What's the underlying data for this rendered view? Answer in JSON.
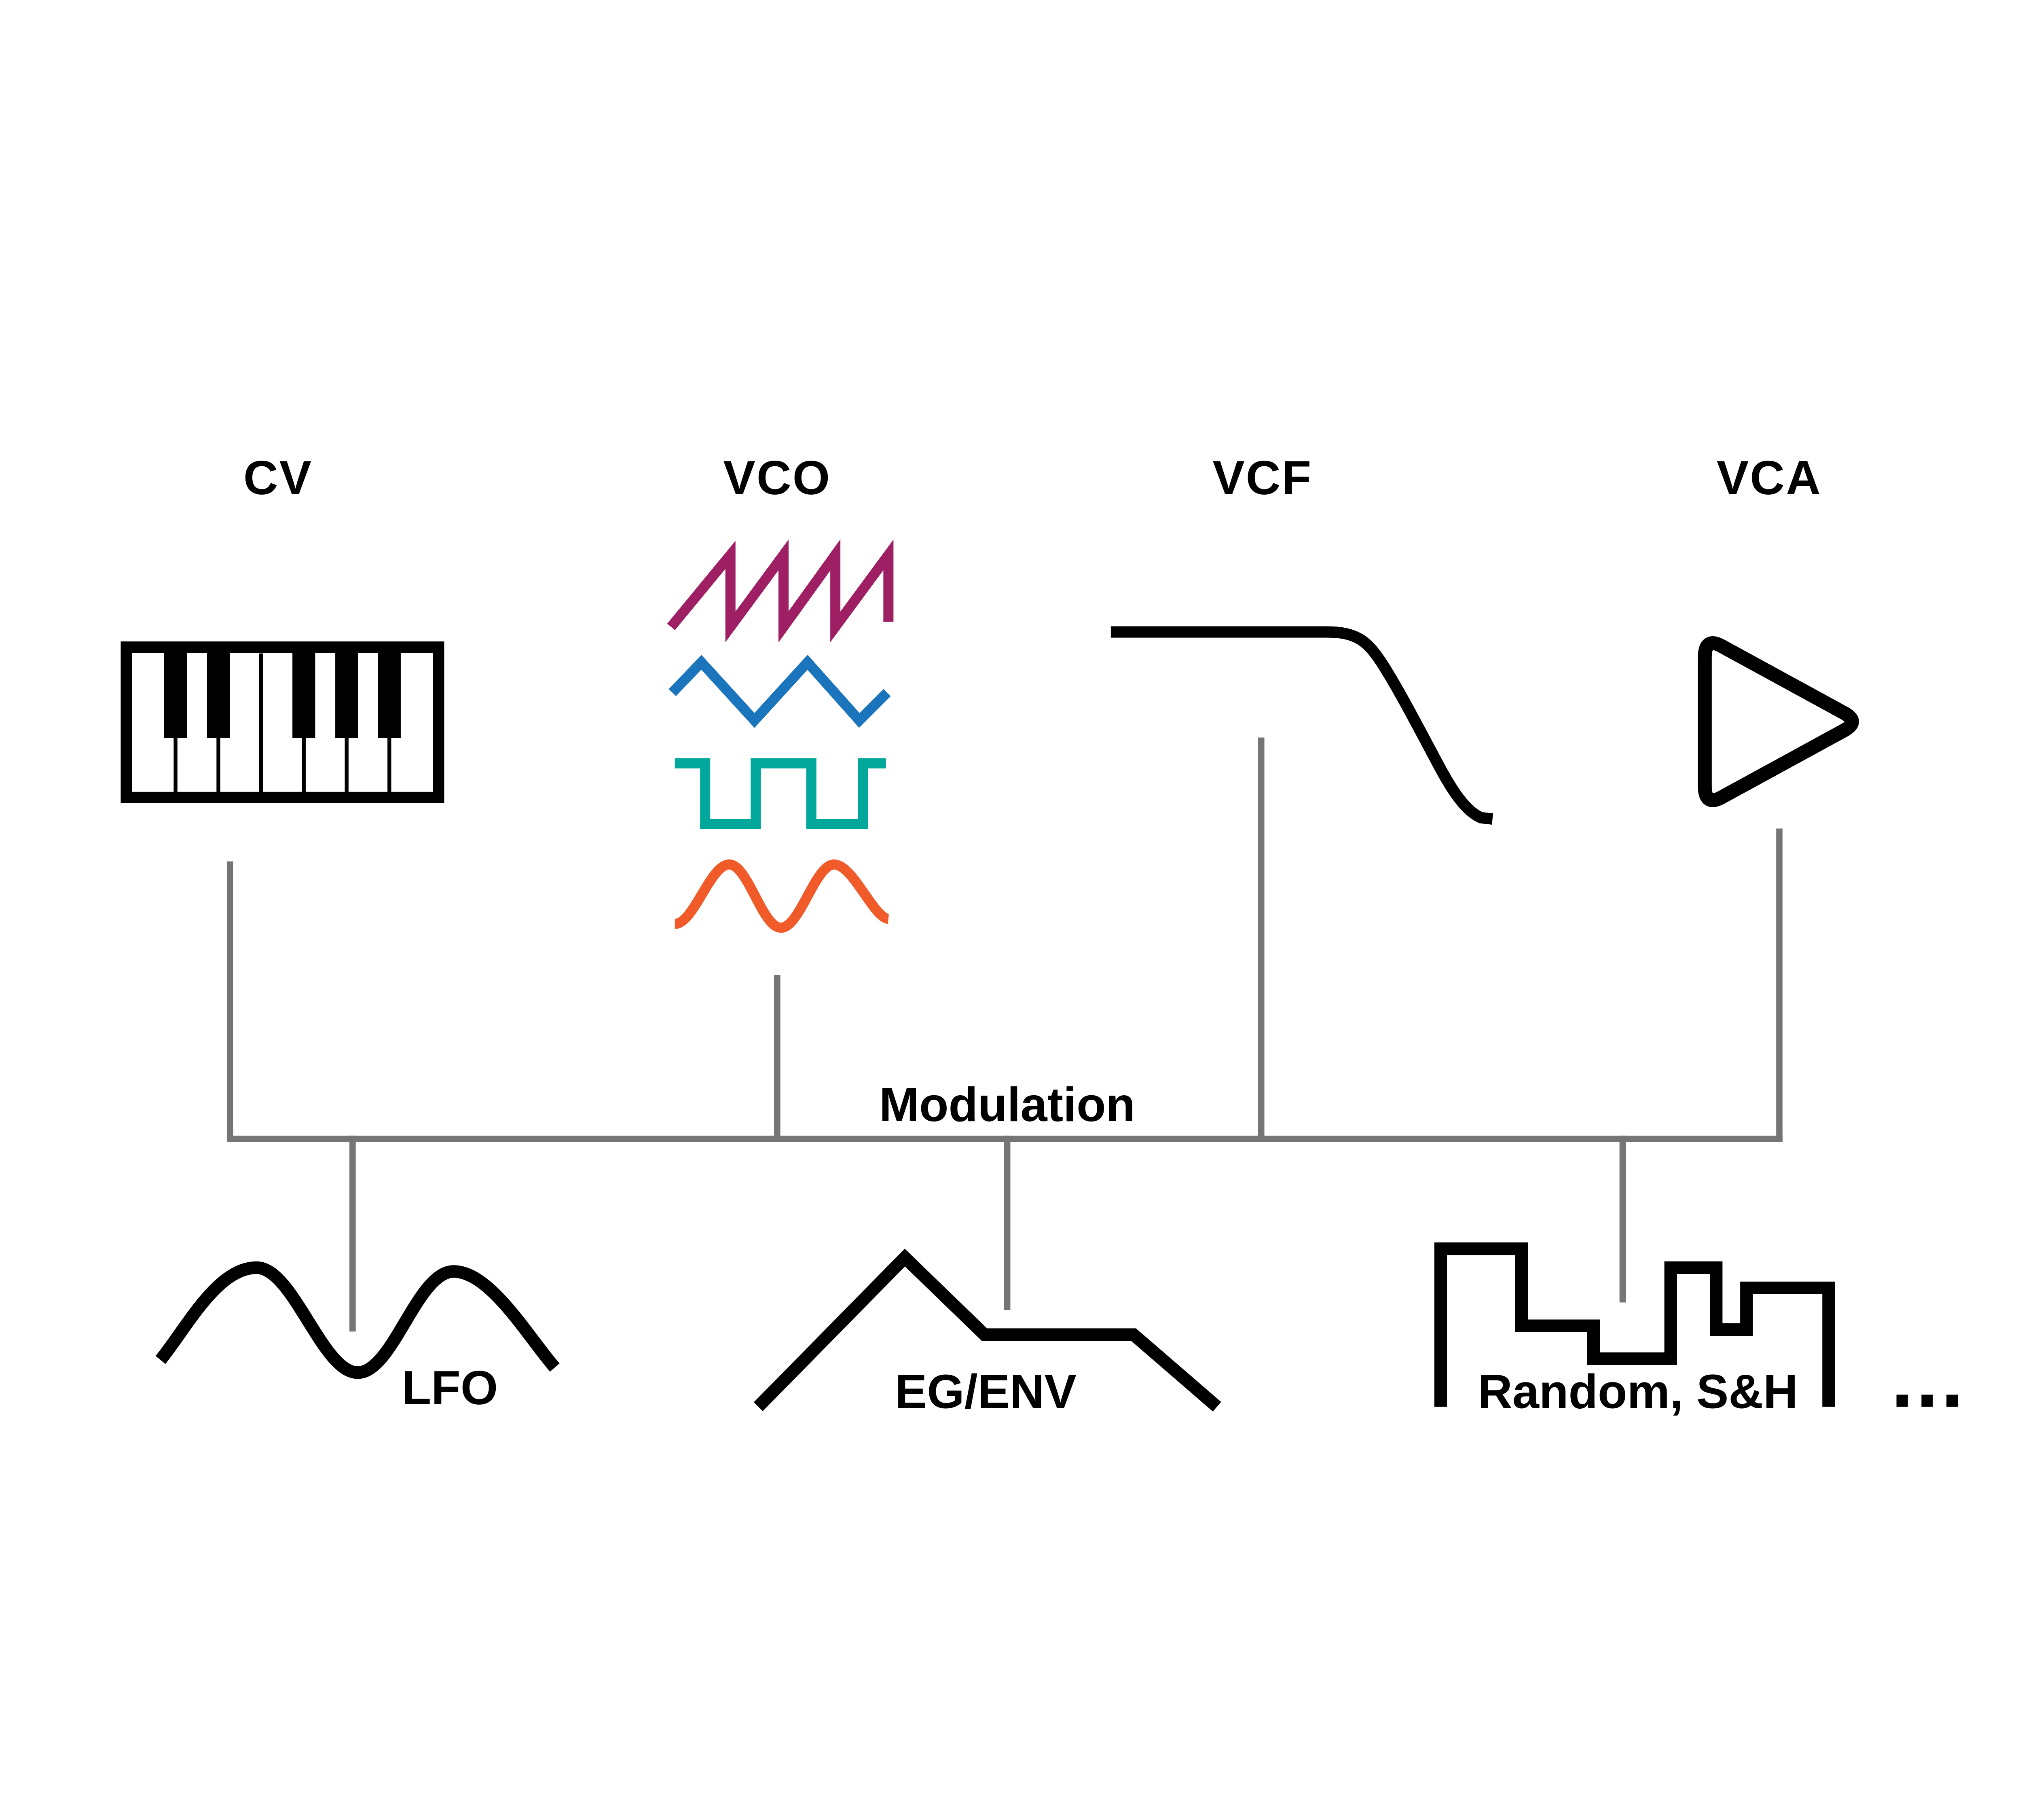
{
  "modules": {
    "cv_label": "CV",
    "vco_label": "VCO",
    "vcf_label": "VCF",
    "vca_label": "VCA"
  },
  "modulation": {
    "label": "Modulation"
  },
  "mod_sources": {
    "lfo_label": "LFO",
    "eg_label": "EG/ENV",
    "random_label": "Random, S&H",
    "more_label": "..."
  },
  "icons": {
    "cv": "piano-keyboard-icon",
    "vco": [
      "sawtooth-wave-icon",
      "triangle-wave-icon",
      "square-wave-icon",
      "sine-wave-icon"
    ],
    "vcf": "lowpass-filter-curve-icon",
    "vca": "play-triangle-icon",
    "lfo": "sine-wave-icon",
    "eg": "envelope-shape-icon",
    "random": "stepped-random-wave-icon",
    "more": "ellipsis-dots"
  },
  "colors": {
    "sawtooth": "#9E1F63",
    "triangle_wave": "#1B75BC",
    "square_wave": "#00A79A",
    "sine_wave": "#F15B2A",
    "connector_gray": "#757575",
    "line_black": "#000000",
    "background": "#FFFFFF"
  }
}
